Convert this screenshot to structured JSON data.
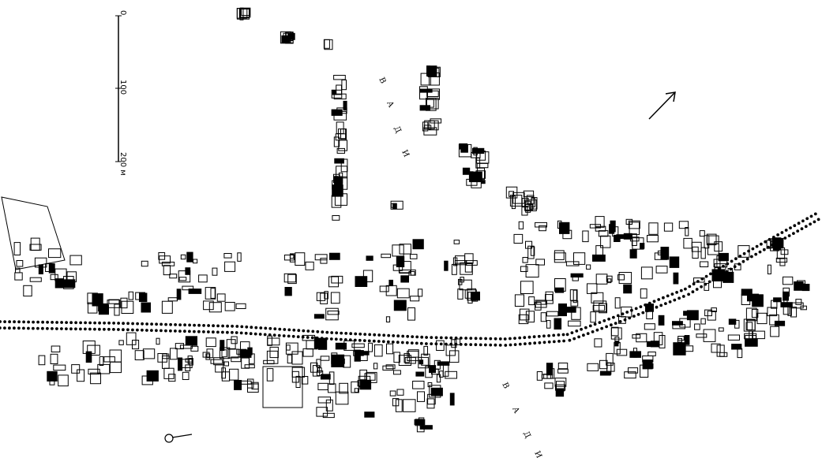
{
  "map": {
    "scale_bar": {
      "ticks": [
        "0",
        "100",
        "200 м"
      ]
    },
    "wadi_labels": [
      {
        "letters": [
          "В",
          "А",
          "Д",
          "И"
        ]
      },
      {
        "letters": [
          "В",
          "А",
          "Д",
          "И"
        ]
      }
    ],
    "north_arrow_icon": "arrow-northeast-icon",
    "colors": {
      "ink": "#000000",
      "paper": "#ffffff"
    }
  }
}
